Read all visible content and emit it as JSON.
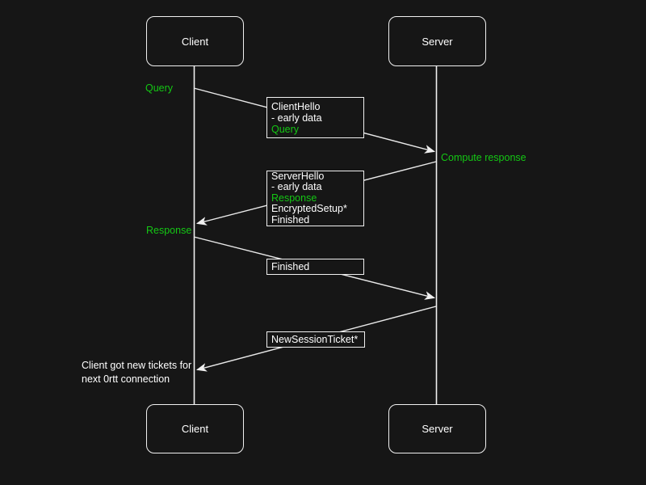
{
  "colors": {
    "background": "#161616",
    "stroke": "#f0f0f0",
    "text": "#ffffff",
    "green": "#14c714"
  },
  "actors": {
    "client": "Client",
    "server": "Server"
  },
  "annotations": {
    "query": "Query",
    "compute_response": "Compute response",
    "response": "Response",
    "note_line1": "Client got new tickets for",
    "note_line2": "next 0rtt connection"
  },
  "messages": {
    "client_hello": {
      "l1": "ClientHello",
      "l2": "- early data",
      "l3": "Query"
    },
    "server_hello": {
      "l1": "ServerHello",
      "l2": "- early data",
      "l3": "Response",
      "l4": "EncryptedSetup*",
      "l5": "Finished"
    },
    "finished": {
      "l1": "Finished"
    },
    "new_session_ticket": {
      "l1": "NewSessionTicket*"
    }
  }
}
